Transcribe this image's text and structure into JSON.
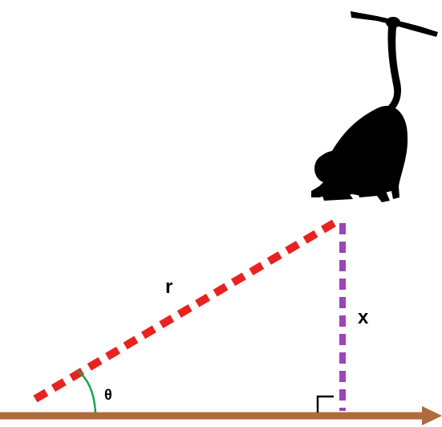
{
  "labels": {
    "hypotenuse": "r",
    "vertical_side": "x",
    "angle": "θ"
  },
  "colors": {
    "hypotenuse_line": "#e8231f",
    "vertical_line": "#9b45b8",
    "ground_arrow": "#b06a3b",
    "angle_arc": "#1fa24a",
    "right_angle_marker": "#000000",
    "monkey": "#000000"
  },
  "icons": {
    "figure": "monkey-hanging-icon",
    "branch": "branch-icon",
    "ground": "ground-arrow-icon"
  }
}
